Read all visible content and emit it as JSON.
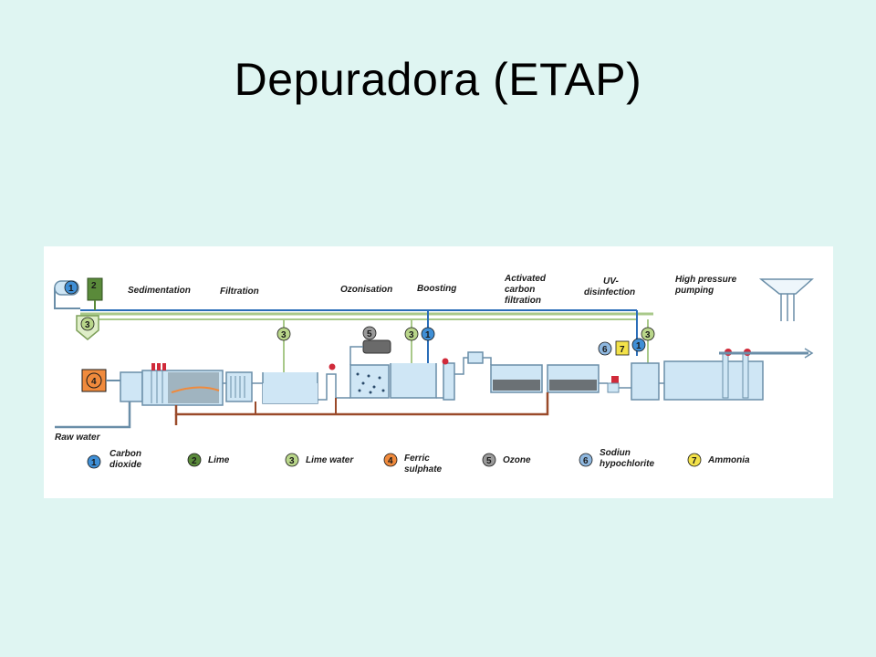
{
  "slide": {
    "title": "Depuradora (ETAP)"
  },
  "diagram": {
    "stages": [
      {
        "id": "sedimentation",
        "lines": [
          "Sedimentation"
        ]
      },
      {
        "id": "filtration",
        "lines": [
          "Filtration"
        ]
      },
      {
        "id": "ozonisation",
        "lines": [
          "Ozonisation"
        ]
      },
      {
        "id": "boosting",
        "lines": [
          "Boosting"
        ]
      },
      {
        "id": "activated-carbon",
        "lines": [
          "Activated",
          "carbon",
          "filtration"
        ]
      },
      {
        "id": "uv-disinfection",
        "lines": [
          "UV-",
          "disinfection"
        ]
      },
      {
        "id": "high-pressure",
        "lines": [
          "High pressure",
          "pumping"
        ]
      }
    ],
    "inlet_label": "Raw water",
    "legend": [
      {
        "num": "1",
        "lines": [
          "Carbon",
          "dioxide"
        ],
        "color": "#3f8fd6"
      },
      {
        "num": "2",
        "lines": [
          "Lime"
        ],
        "color": "#5a8a3a"
      },
      {
        "num": "3",
        "lines": [
          "Lime water"
        ],
        "color": "#b9d68a"
      },
      {
        "num": "4",
        "lines": [
          "Ferric",
          "sulphate"
        ],
        "color": "#f08a3c"
      },
      {
        "num": "5",
        "lines": [
          "Ozone"
        ],
        "color": "#9a9a9a"
      },
      {
        "num": "6",
        "lines": [
          "Sodiun",
          "hypochlorite"
        ],
        "color": "#8fb8e0"
      },
      {
        "num": "7",
        "lines": [
          "Ammonia"
        ],
        "color": "#f3e24a"
      }
    ],
    "colors": {
      "water": "#cfe6f5",
      "tank_outline": "#6a8ea8",
      "lime_water_line": "#a9c98a",
      "co2_line": "#2a6db8",
      "sludge_line": "#9a4a2a",
      "valve": "#d02a3a"
    }
  }
}
